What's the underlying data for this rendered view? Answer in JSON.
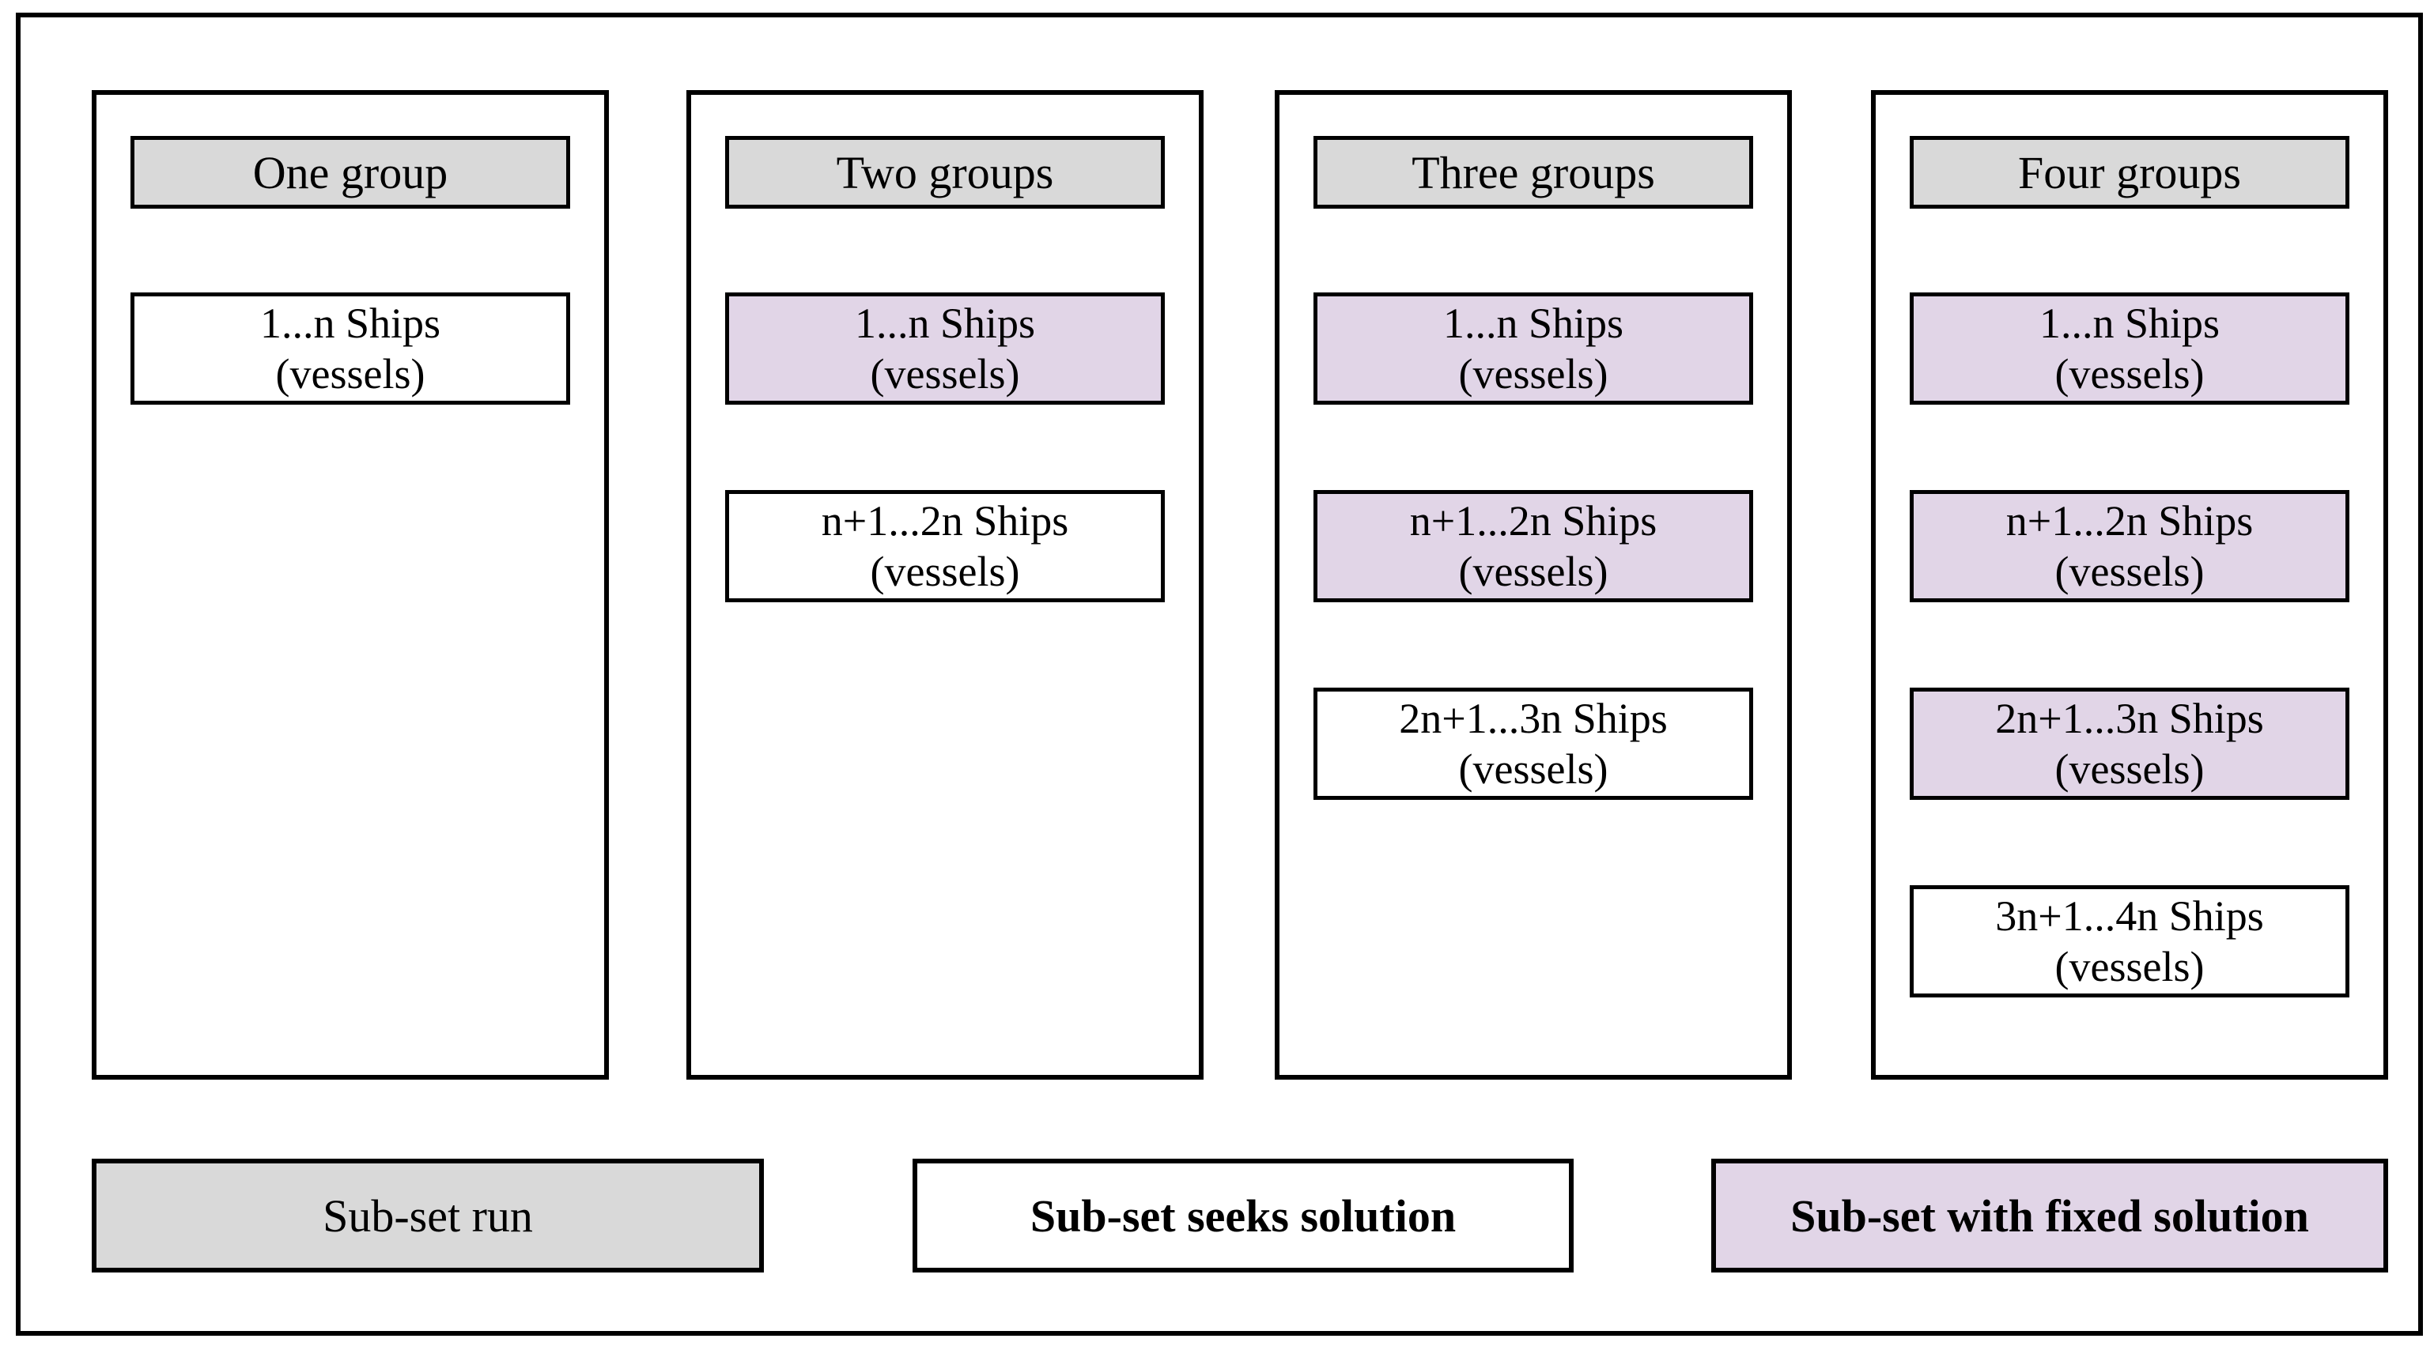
{
  "colors": {
    "gray_fill": "#d9d9d9",
    "purple_fill": "#e1d5e7",
    "white_fill": "#ffffff",
    "border": "#000000",
    "background": "#ffffff"
  },
  "columns": [
    {
      "header": "One group",
      "boxes": [
        {
          "range": "1...n Ships",
          "unit": "(vessels)",
          "fill": "white"
        }
      ]
    },
    {
      "header": "Two groups",
      "boxes": [
        {
          "range": "1...n Ships",
          "unit": "(vessels)",
          "fill": "purple"
        },
        {
          "range": "n+1...2n Ships",
          "unit": "(vessels)",
          "fill": "white"
        }
      ]
    },
    {
      "header": "Three groups",
      "boxes": [
        {
          "range": "1...n Ships",
          "unit": "(vessels)",
          "fill": "purple"
        },
        {
          "range": "n+1...2n Ships",
          "unit": "(vessels)",
          "fill": "purple"
        },
        {
          "range": "2n+1...3n Ships",
          "unit": "(vessels)",
          "fill": "white"
        }
      ]
    },
    {
      "header": "Four groups",
      "boxes": [
        {
          "range": "1...n Ships",
          "unit": "(vessels)",
          "fill": "purple"
        },
        {
          "range": "n+1...2n Ships",
          "unit": "(vessels)",
          "fill": "purple"
        },
        {
          "range": "2n+1...3n Ships",
          "unit": "(vessels)",
          "fill": "purple"
        },
        {
          "range": "3n+1...4n Ships",
          "unit": "(vessels)",
          "fill": "white"
        }
      ]
    }
  ],
  "legend": [
    {
      "label": "Sub-set run",
      "fill": "gray",
      "bold": false
    },
    {
      "label": "Sub-set seeks solution",
      "fill": "white",
      "bold": true
    },
    {
      "label": "Sub-set with fixed solution",
      "fill": "purple",
      "bold": true
    }
  ]
}
